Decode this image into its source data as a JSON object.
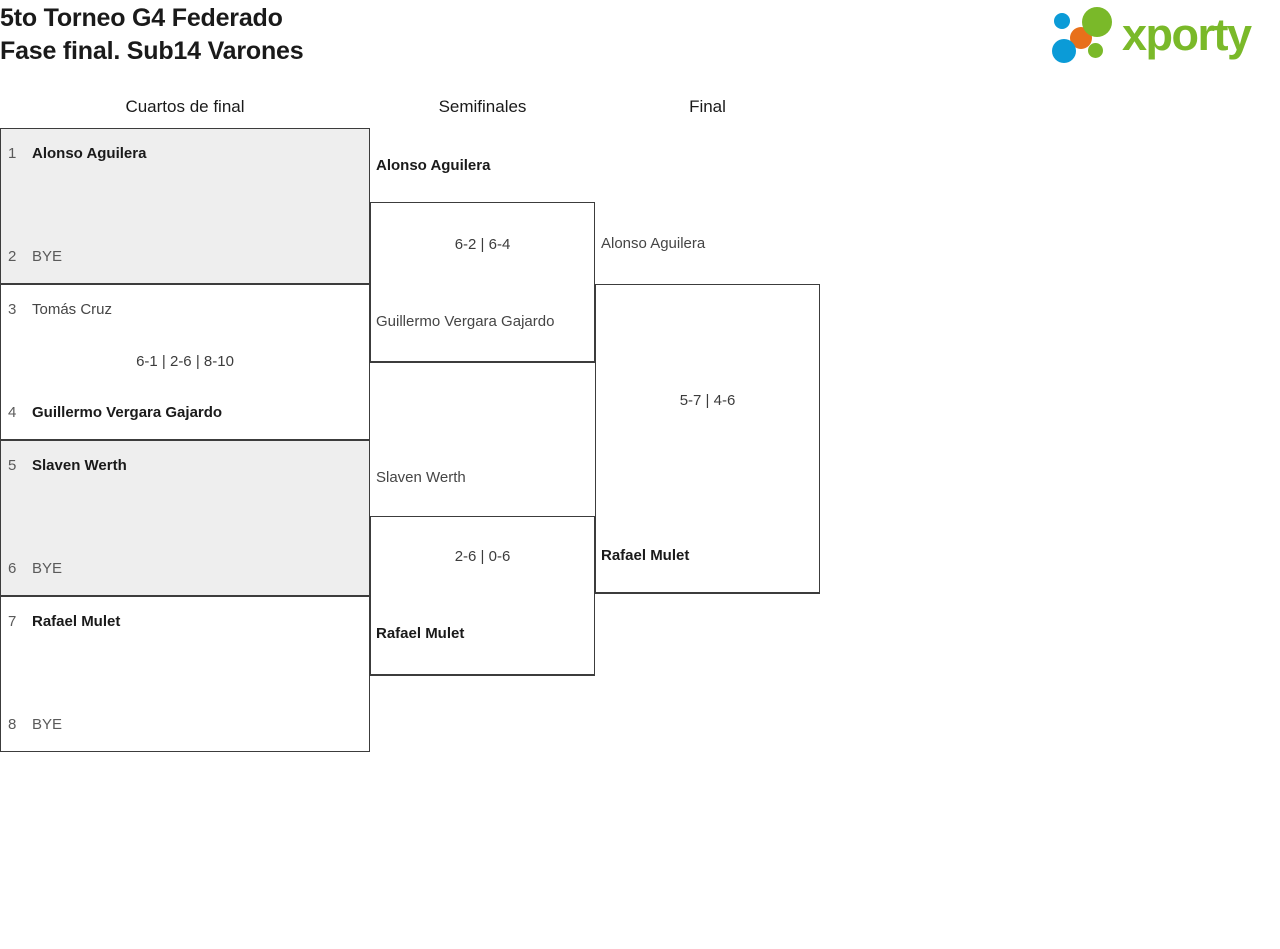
{
  "header": {
    "title_line1": "5to Torneo G4 Federado",
    "title_line2": "Fase final. Sub14 Varones",
    "logo_text": "xporty",
    "logo_colors": {
      "green": "#7ab929",
      "blue": "#0b9bd7",
      "orange": "#e8701a"
    }
  },
  "rounds": [
    {
      "label": "Cuartos de final"
    },
    {
      "label": "Semifinales"
    },
    {
      "label": "Final"
    }
  ],
  "bracket": {
    "quarterfinals": [
      {
        "top": {
          "seed": "1",
          "name": "Alonso Aguilera",
          "winner": true,
          "bye": false
        },
        "bottom": {
          "seed": "2",
          "name": "BYE",
          "winner": false,
          "bye": true
        },
        "score": ""
      },
      {
        "top": {
          "seed": "3",
          "name": "Tomás Cruz",
          "winner": false,
          "bye": false
        },
        "bottom": {
          "seed": "4",
          "name": "Guillermo Vergara Gajardo",
          "winner": true,
          "bye": false
        },
        "score": "6-1 | 2-6 | 8-10"
      },
      {
        "top": {
          "seed": "5",
          "name": "Slaven Werth",
          "winner": true,
          "bye": false
        },
        "bottom": {
          "seed": "6",
          "name": "BYE",
          "winner": false,
          "bye": true
        },
        "score": ""
      },
      {
        "top": {
          "seed": "7",
          "name": "Rafael Mulet",
          "winner": true,
          "bye": false
        },
        "bottom": {
          "seed": "8",
          "name": "BYE",
          "winner": false,
          "bye": true
        },
        "score": ""
      }
    ],
    "semifinals": [
      {
        "top": {
          "name": "Alonso Aguilera",
          "winner": true
        },
        "bottom": {
          "name": "Guillermo Vergara Gajardo",
          "winner": false
        },
        "score": "6-2 | 6-4"
      },
      {
        "top": {
          "name": "Slaven Werth",
          "winner": false
        },
        "bottom": {
          "name": "Rafael Mulet",
          "winner": true
        },
        "score": "2-6 | 0-6"
      }
    ],
    "final": [
      {
        "top": {
          "name": "Alonso Aguilera",
          "winner": false
        },
        "bottom": {
          "name": "Rafael Mulet",
          "winner": true
        },
        "score": "5-7 | 4-6"
      }
    ]
  }
}
